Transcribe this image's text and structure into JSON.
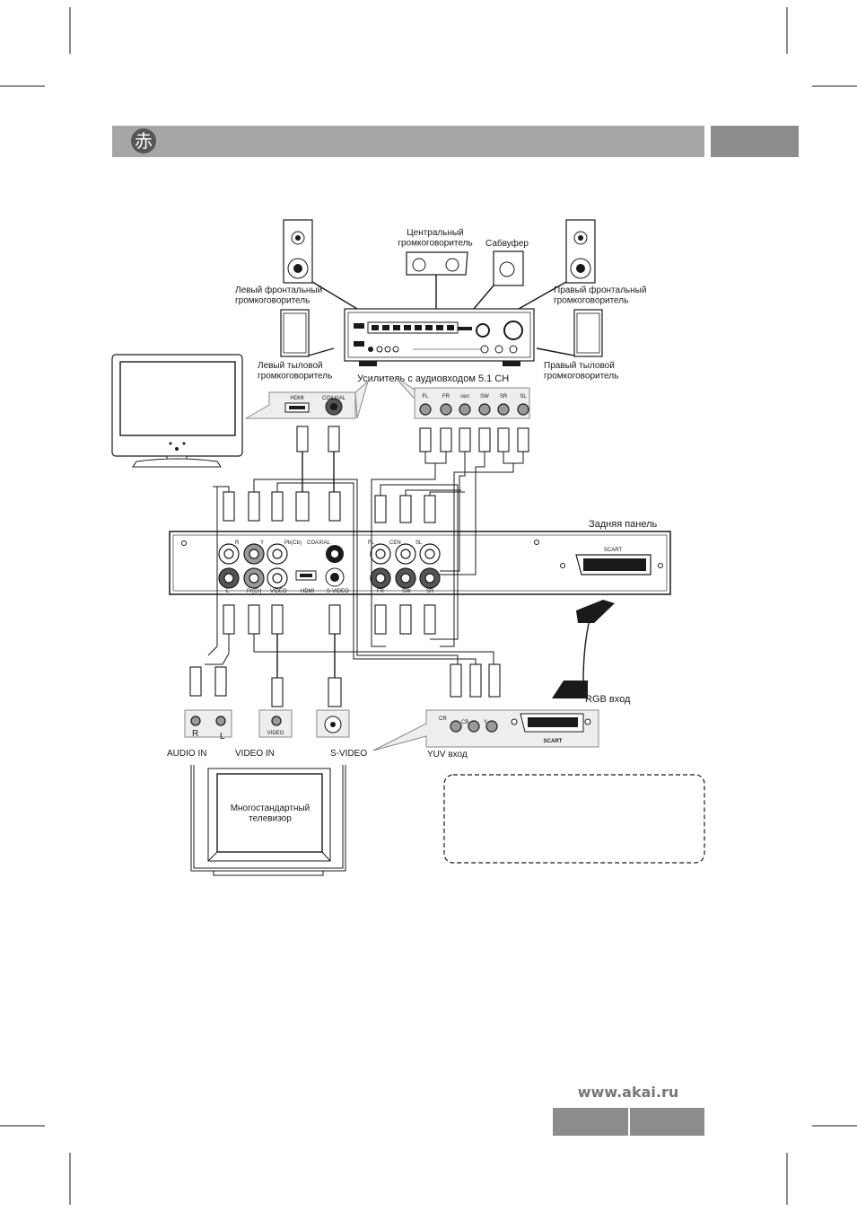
{
  "header": {
    "logo_glyph": "赤",
    "bar_color": "#a6a6a6",
    "band_color": "#8c8c8c"
  },
  "diagram": {
    "speakers": {
      "front_left": "Левый фронтальный\nгромкоговоритель",
      "center": "Центральный\nгромкоговоритель",
      "subwoofer": "Сабвуфер",
      "front_right": "Правый фронтальный\nгромкоговоритель",
      "rear_left": "Левый тыловой\nгромкоговоритель",
      "rear_right": "Правый тыловой\nгромкоговоритель"
    },
    "amplifier_label": "Усилитель с аудиовходом 5.1 CH",
    "amp_inputs": [
      "FL",
      "FR",
      "cen",
      "SW",
      "SR",
      "SL"
    ],
    "hdmi_label": "HDMI",
    "coaxial_label": "COAXIAL",
    "rear_panel_label": "Задняя панель",
    "rear_panel": {
      "scart": "SCART",
      "top_left_labels": [
        "R",
        "Y",
        "Pb(Cb)"
      ],
      "bottom_left_labels": [
        "L",
        "Pr(Cr)",
        "VIDEO"
      ],
      "hdmi": "HDMI",
      "coaxial": "COAXIAL",
      "s_video": "S-VIDEO",
      "top_right_labels": [
        "FL",
        "CEN",
        "SL"
      ],
      "bottom_right_labels": [
        "FR",
        "SW",
        "SR"
      ]
    },
    "tv_inputs": {
      "r": "R",
      "l": "L",
      "video": "VIDEO",
      "audio_in": "AUDIO IN",
      "video_in": "VIDEO  IN",
      "s_video": "S-VIDEO"
    },
    "yuv": {
      "cr": "CR",
      "cb": "CB",
      "y": "Y",
      "label": "YUV вход",
      "scart": "SCART"
    },
    "rgb_label": "RGB вход",
    "tv_label": "Многостандартный\nтелевизор"
  },
  "footer": {
    "website": "www.akai.ru",
    "tab_color": "#8c8c8c"
  }
}
